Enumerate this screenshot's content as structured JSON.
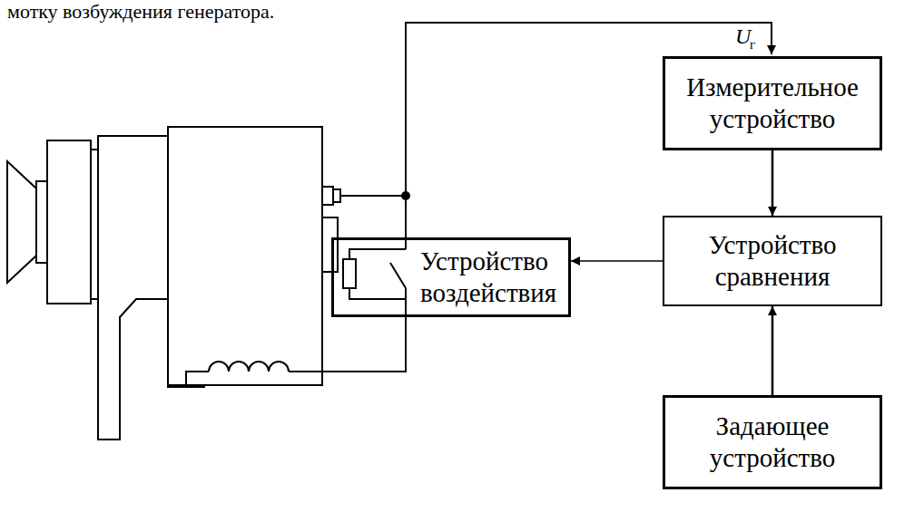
{
  "diagram": {
    "nodes": [
      {
        "text": [
          "Измерительное устройство"
        ]
      },
      {
        "text": [
          "Устройство сравнения"
        ]
      },
      {
        "text": [
          "Задающее устройство"
        ]
      },
      {
        "text": [
          "Устройство воздействия"
        ]
      }
    ],
    "edges": [
      {
        "from": 0,
        "to": 1,
        "arrow": "to"
      },
      {
        "from": 2,
        "to": 1,
        "arrow": "to"
      },
      {
        "from": 1,
        "to": 3,
        "arrow": "to"
      }
    ],
    "labels": [
      "мотку возбуждения генератора.",
      "U",
      "г"
    ]
  }
}
